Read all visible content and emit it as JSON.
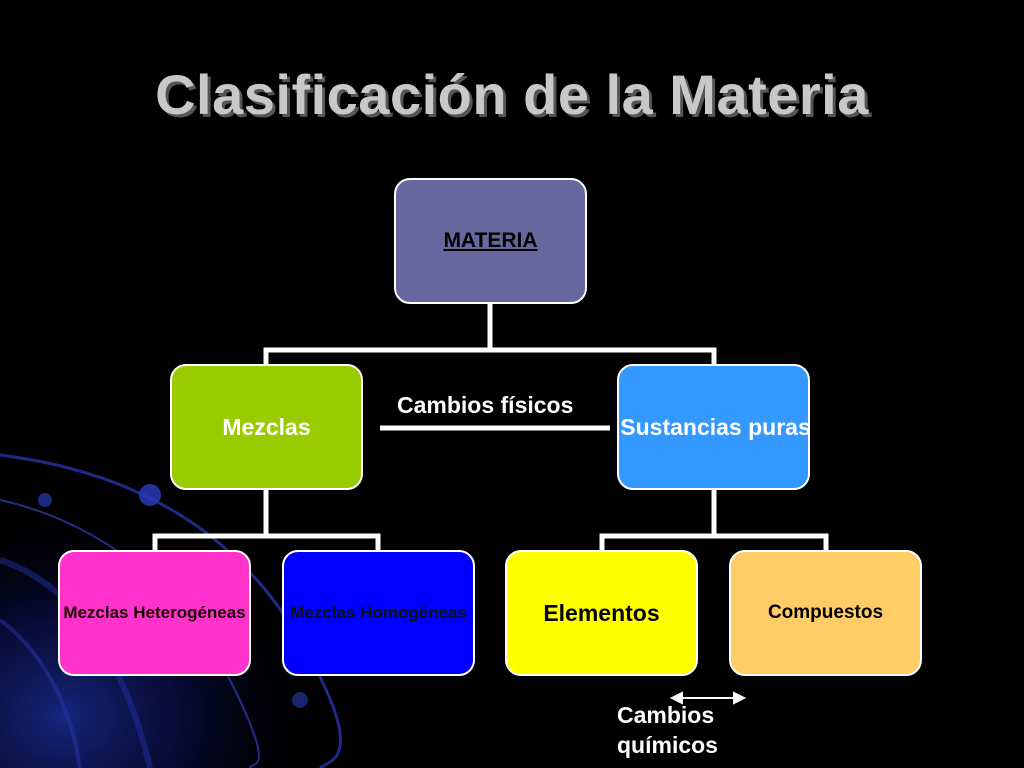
{
  "slide": {
    "title": "Clasificación de la Materia"
  },
  "diagram": {
    "root": {
      "label": "MATERIA",
      "color": "#67679f"
    },
    "level1": [
      {
        "label": "Mezclas",
        "color": "#99cc00"
      },
      {
        "label": "Sustancias puras",
        "color": "#3399ff"
      }
    ],
    "level2": [
      {
        "label": "Mezclas Heterogéneas",
        "color": "#ff33cc"
      },
      {
        "label": "Mezclas Homogéneas",
        "color": "#0000ff"
      },
      {
        "label": "Elementos",
        "color": "#ffff00"
      },
      {
        "label": "Compuestos",
        "color": "#ffcc66"
      }
    ],
    "annotations": {
      "physical_changes": "Cambios físicos",
      "chemical_changes": "Cambios químicos"
    }
  }
}
